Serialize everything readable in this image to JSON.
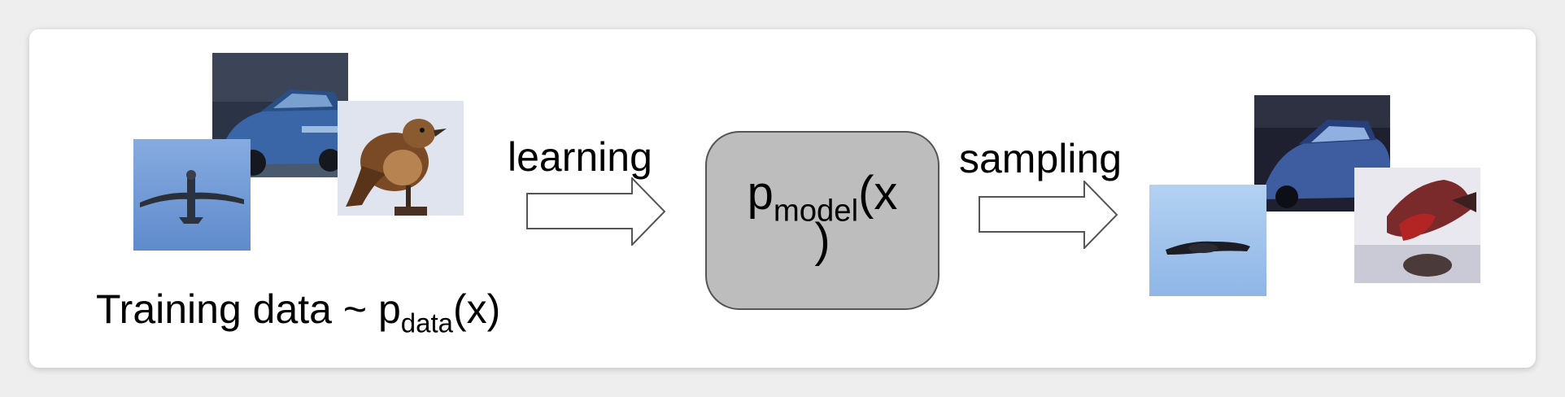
{
  "training": {
    "caption_main": "Training data ~ p",
    "caption_sub": "data",
    "caption_end": "(x)",
    "images": [
      {
        "subject": "car",
        "colors": {
          "bg": "#2b3446",
          "main": "#3a66a8"
        }
      },
      {
        "subject": "airplane",
        "colors": {
          "bg": "#6f98d4",
          "main": "#2c3340"
        }
      },
      {
        "subject": "bird",
        "colors": {
          "bg": "#dfe4ee",
          "main": "#7a4a26"
        }
      }
    ]
  },
  "learning_label": "learning",
  "sampling_label": "sampling",
  "model": {
    "text_main": "p",
    "text_sub": "model",
    "text_end": "(x",
    "text_wrap": ")",
    "fill_color": "#bdbdbd"
  },
  "samples": {
    "images": [
      {
        "subject": "car-sample",
        "colors": {
          "bg": "#1e2030",
          "main": "#3d5da0"
        }
      },
      {
        "subject": "airplane-sample",
        "colors": {
          "bg": "#a6c8ee",
          "main": "#1c1c22"
        }
      },
      {
        "subject": "animal-sample",
        "colors": {
          "bg": "#e8e8ee",
          "main": "#b32424"
        }
      }
    ]
  }
}
